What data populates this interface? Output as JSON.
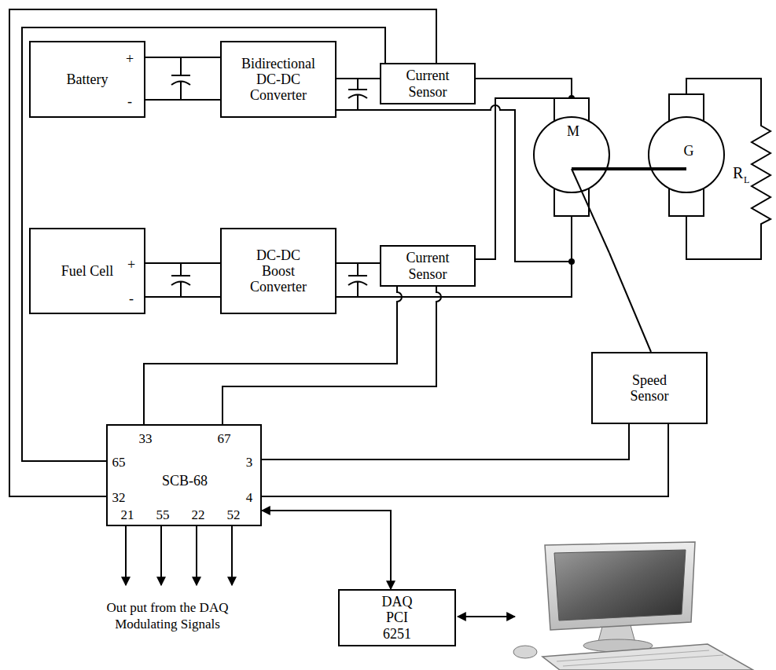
{
  "diagram": {
    "nodes": [
      {
        "text": [
          "Battery",
          "+",
          "-"
        ]
      },
      {
        "text": [
          "Bidirectional DC-DC Converter"
        ]
      },
      {
        "text": [
          "Current Sensor"
        ]
      },
      {
        "text": [
          "M"
        ]
      },
      {
        "text": [
          "G"
        ]
      },
      {
        "text": [
          "Fuel Cell",
          "+",
          "-"
        ]
      },
      {
        "text": [
          "DC-DC Boost Converter"
        ]
      },
      {
        "text": [
          "Current Sensor"
        ]
      },
      {
        "text": [
          "Speed Sensor"
        ]
      },
      {
        "text": [
          "SCB-68",
          "33",
          "67",
          "65",
          "3",
          "32",
          "4",
          "21",
          "55",
          "22",
          "52"
        ]
      },
      {
        "text": [
          "DAQ PCI 6251"
        ]
      }
    ],
    "edges": [
      {
        "from": 0,
        "to": 1,
        "arrow": "none"
      },
      {
        "from": 0,
        "to": 1,
        "arrow": "none"
      },
      {
        "from": 1,
        "to": 2,
        "arrow": "none"
      },
      {
        "from": 2,
        "to": 3,
        "arrow": "none"
      },
      {
        "from": 1,
        "to": 3,
        "arrow": "none"
      },
      {
        "from": 5,
        "to": 6,
        "arrow": "none"
      },
      {
        "from": 5,
        "to": 6,
        "arrow": "none"
      },
      {
        "from": 6,
        "to": 7,
        "arrow": "none"
      },
      {
        "from": 7,
        "to": 3,
        "arrow": "none"
      },
      {
        "from": 6,
        "to": 3,
        "arrow": "none"
      },
      {
        "from": 3,
        "to": 4,
        "arrow": "none"
      },
      {
        "from": 3,
        "to": 8,
        "arrow": "none"
      },
      {
        "from": 2,
        "to": 9,
        "arrow": "none"
      },
      {
        "from": 2,
        "to": 9,
        "arrow": "none"
      },
      {
        "from": 7,
        "to": 9,
        "arrow": "none"
      },
      {
        "from": 7,
        "to": 9,
        "arrow": "none"
      },
      {
        "from": 8,
        "to": 9,
        "arrow": "none"
      },
      {
        "from": 8,
        "to": 9,
        "arrow": "none"
      },
      {
        "from": 9,
        "to": 10,
        "arrow": "both"
      }
    ],
    "labels": [
      "R",
      "L",
      "Out put from the DAQ Modulating Signals"
    ]
  }
}
